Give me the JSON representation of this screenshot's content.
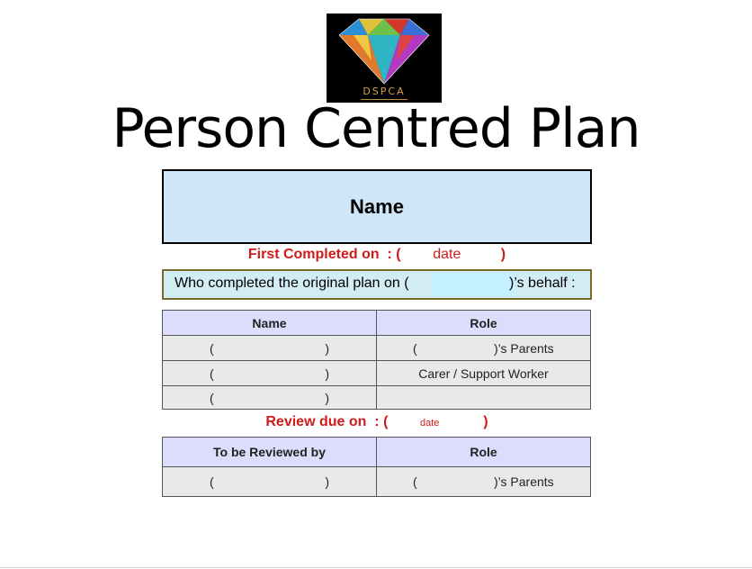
{
  "logo": {
    "text": "DSPCA",
    "icon": "diamond-logo-icon"
  },
  "title": "Person Centred Plan",
  "name_box": {
    "label": "Name"
  },
  "first_completed": {
    "label": "First Completed on  : (",
    "placeholder": "date",
    "close": ")"
  },
  "who_completed": {
    "text_before": "Who completed the original plan on (",
    "text_after": ")’s behalf :"
  },
  "team_table": {
    "headers": [
      "Name",
      "Role"
    ],
    "rows": [
      {
        "open": "(",
        "close": ")",
        "role_open": "(",
        "role_close": ")’s Parents"
      },
      {
        "open": "(",
        "close": ")",
        "role": "Carer / Support Worker"
      },
      {
        "open": "(",
        "close": ")",
        "role": ""
      }
    ]
  },
  "review_due": {
    "label": "Review due on  : (",
    "placeholder": "date",
    "close": ")"
  },
  "review_table": {
    "headers": [
      "To be Reviewed by",
      "Role"
    ],
    "rows": [
      {
        "open": "(",
        "close": ")",
        "role_open": "(",
        "role_close": ")’s Parents"
      }
    ]
  }
}
